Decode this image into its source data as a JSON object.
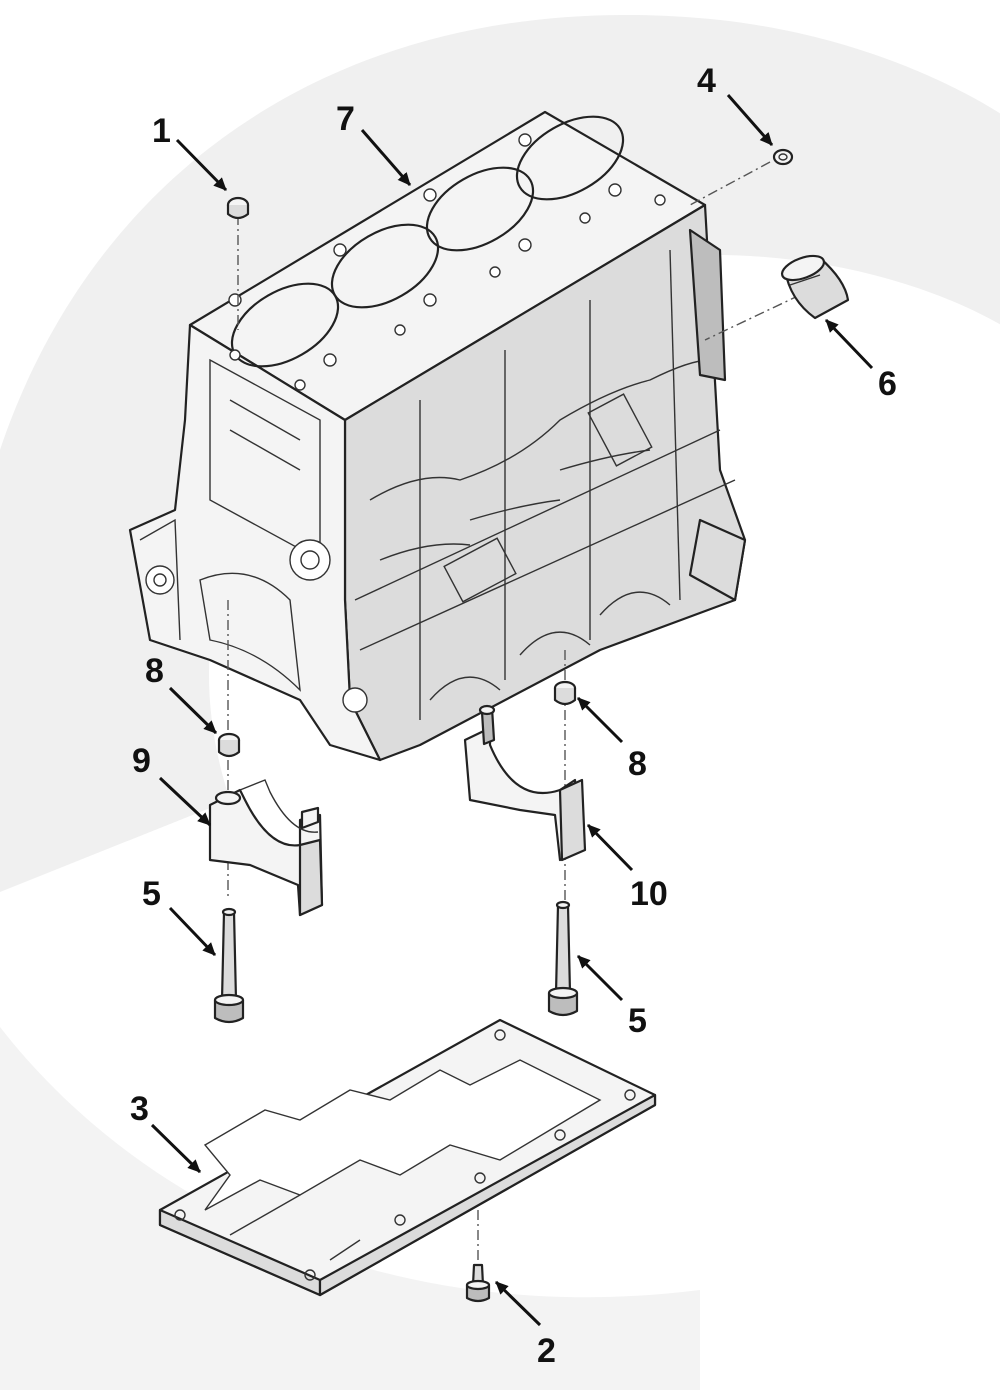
{
  "diagram": {
    "watermark_color": "#ededed",
    "callouts": [
      {
        "id": "1",
        "label": "1"
      },
      {
        "id": "2",
        "label": "2"
      },
      {
        "id": "3",
        "label": "3"
      },
      {
        "id": "4",
        "label": "4"
      },
      {
        "id": "5a",
        "label": "5"
      },
      {
        "id": "5b",
        "label": "5"
      },
      {
        "id": "6",
        "label": "6"
      },
      {
        "id": "7",
        "label": "7"
      },
      {
        "id": "8a",
        "label": "8"
      },
      {
        "id": "8b",
        "label": "8"
      },
      {
        "id": "9",
        "label": "9"
      },
      {
        "id": "10",
        "label": "10"
      }
    ]
  }
}
